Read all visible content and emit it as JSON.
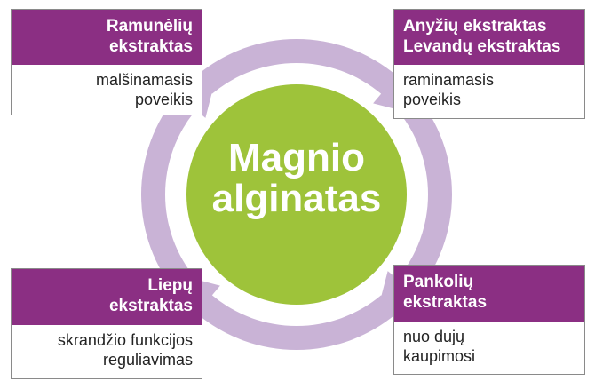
{
  "colors": {
    "header_bg": "#8b2f83",
    "ring": "#c9b3d6",
    "center_circle": "#9ec33a",
    "center_text": "#ffffff"
  },
  "center": {
    "title_line1": "Magnio",
    "title_line2": "alginatas"
  },
  "boxes": {
    "top_left": {
      "head_line1": "Ramunėlių",
      "head_line2": "ekstraktas",
      "body_line1": "malšinamasis",
      "body_line2": "poveikis"
    },
    "top_right": {
      "head_line1": "Anyžių ekstraktas",
      "head_line2": "Levandų ekstraktas",
      "body_line1": "raminamasis",
      "body_line2": "poveikis"
    },
    "bottom_left": {
      "head_line1": "Liepų",
      "head_line2": "ekstraktas",
      "body_line1": "skrandžio funkcijos",
      "body_line2": "reguliavimas"
    },
    "bottom_right": {
      "head_line1": "Pankolių",
      "head_line2": "ekstraktas",
      "body_line1": "nuo dujų",
      "body_line2": "kaupimosi"
    }
  }
}
